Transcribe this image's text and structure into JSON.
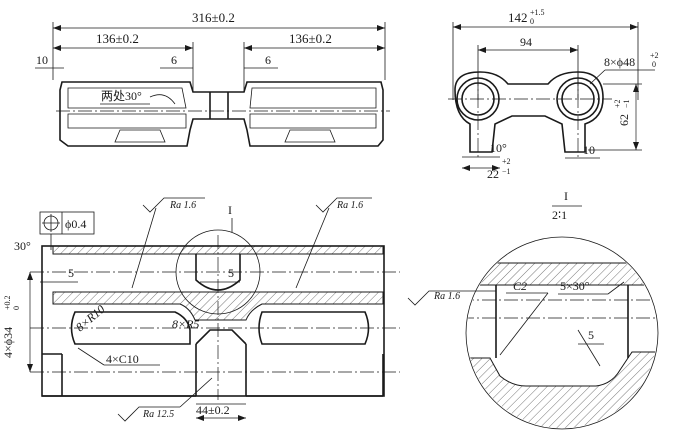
{
  "top_view": {
    "overall_length": "316±0.2",
    "left_span": "136±0.2",
    "right_span": "136±0.2",
    "dim_10": "10",
    "dim_6_left": "6",
    "dim_6_right": "6",
    "note_30": "两处30°"
  },
  "end_view": {
    "width_main": "142",
    "width_tol_upper": "+1.5",
    "width_tol_lower": "0",
    "center_distance": "94",
    "hole_note_main": "8×ϕ48",
    "hole_tol_upper": "+2",
    "hole_tol_lower": "0",
    "height_main": "62",
    "height_tol_upper": "+2",
    "height_tol_lower": "−1",
    "angle_10": "10°",
    "foot_main": "22",
    "foot_tol_upper": "+2",
    "foot_tol_lower": "−1",
    "dim_10": "10"
  },
  "section_view": {
    "ra_top_left": "Ra 1.6",
    "ra_top_right": "Ra 1.6",
    "detail_marker": "I",
    "position_tol": "ϕ0.4",
    "angle_30": "30°",
    "dim_5_left": "5",
    "dim_5_mid": "5",
    "radius_r10": "8×R10",
    "radius_r5": "8×R5",
    "chamfer_c10": "4×C10",
    "bore_main": "4×ϕ34",
    "bore_tol_upper": "+0.2",
    "bore_tol_lower": "0",
    "ra_bottom": "Ra 12.5",
    "bottom_dim": "44±0.2"
  },
  "detail_view": {
    "label": "I",
    "scale": "2∶1",
    "ra": "Ra 1.6",
    "chamfer": "C2",
    "chamfer_angle": "5×30°",
    "dim_5": "5"
  }
}
